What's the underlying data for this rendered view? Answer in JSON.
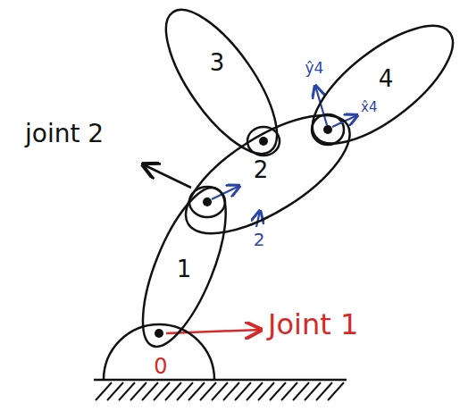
{
  "diagram": {
    "nodes": [
      {
        "text": [
          "0"
        ]
      },
      {
        "text": [
          "1"
        ]
      },
      {
        "text": [
          "2"
        ]
      },
      {
        "text": [
          "3"
        ]
      },
      {
        "text": [
          "4"
        ]
      }
    ],
    "labels": [
      "joint 2",
      "Joint 1",
      "ŷ4",
      "x̂4",
      "2"
    ]
  }
}
